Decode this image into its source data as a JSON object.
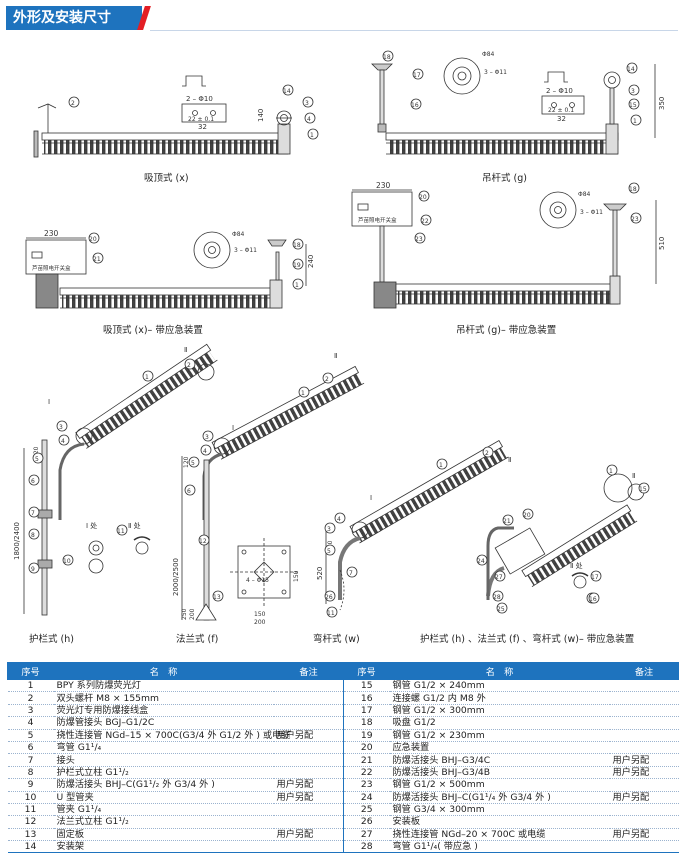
{
  "header": {
    "title": "外形及安装尺寸"
  },
  "captions": {
    "ceiling": "吸顶式 (x)",
    "pendant": "吊杆式 (g)",
    "ceiling_emergency": "吸顶式 (x)– 带应急装置",
    "pendant_emergency": "吊杆式 (g)– 带应急装置",
    "guardrail": "护栏式 (h)",
    "flange": "法兰式 (f)",
    "bent": "弯杆式 (w)",
    "combo_emergency": "护栏式 (h) 、法兰式 (f) 、弯杆式 (w)– 带应急装置"
  },
  "drawing_labels": {
    "box_width": "230",
    "box_text": "芦苗照电开关盒",
    "dim_140": "140",
    "dim_350": "350",
    "dim_240": "240",
    "dim_510": "510",
    "dim_1800_2400": "1800/2400",
    "dim_2000_2500": "2000/2500",
    "dim_250": "250",
    "dim_200": "200",
    "dim_520": "520",
    "dim_120": "120",
    "dim_150": "150",
    "dim_4_15": "4 – Φ15",
    "dim_32": "32",
    "dim_2_10": "2 – Φ10",
    "dim_22": "22 ± 0.1",
    "dim_phi84": "Φ84",
    "dim_3_11": "3 – Φ11",
    "detail_I": "Ⅰ 处",
    "detail_II": "Ⅱ 处",
    "mark_I": "Ⅰ",
    "mark_II": "Ⅱ"
  },
  "table": {
    "headers": [
      "序号",
      "名　称",
      "备注",
      "序号",
      "名　称",
      "备注"
    ],
    "left": [
      {
        "no": "1",
        "name": "BPY 系列防爆荧光灯",
        "note": ""
      },
      {
        "no": "2",
        "name": "双头螺杆 M8 × 155mm",
        "note": ""
      },
      {
        "no": "3",
        "name": "荧光灯专用防爆接线盒",
        "note": ""
      },
      {
        "no": "4",
        "name": "防爆管接头 BGJ–G1/2C",
        "note": ""
      },
      {
        "no": "5",
        "name": "挠性连接管 NGd–15 × 700C(G3/4 外 G1/2 外 ) 或电缆",
        "note": "用户另配"
      },
      {
        "no": "6",
        "name": "弯管 G1¹/₄",
        "note": ""
      },
      {
        "no": "7",
        "name": "接头",
        "note": ""
      },
      {
        "no": "8",
        "name": "护栏式立柱 G1¹/₂",
        "note": ""
      },
      {
        "no": "9",
        "name": "防爆活接头 BHJ–C(G1¹/₂ 外 G3/4 外 )",
        "note": "用户另配"
      },
      {
        "no": "10",
        "name": "U 型管夹",
        "note": "用户另配"
      },
      {
        "no": "11",
        "name": "管夹 G1¹/₄",
        "note": ""
      },
      {
        "no": "12",
        "name": "法兰式立柱 G1¹/₂",
        "note": ""
      },
      {
        "no": "13",
        "name": "固定板",
        "note": "用户另配"
      },
      {
        "no": "14",
        "name": "安装架",
        "note": ""
      }
    ],
    "right": [
      {
        "no": "15",
        "name": "钢管 G1/2 × 240mm",
        "note": ""
      },
      {
        "no": "16",
        "name": "连接螺 G1/2 内 M8 外",
        "note": ""
      },
      {
        "no": "17",
        "name": "钢管 G1/2 × 300mm",
        "note": ""
      },
      {
        "no": "18",
        "name": "吸盘 G1/2",
        "note": ""
      },
      {
        "no": "19",
        "name": "钢管 G1/2 × 230mm",
        "note": ""
      },
      {
        "no": "20",
        "name": "应急装置",
        "note": ""
      },
      {
        "no": "21",
        "name": "防爆活接头 BHJ–G3/4C",
        "note": "用户另配"
      },
      {
        "no": "22",
        "name": "防爆活接头 BHJ–G3/4B",
        "note": "用户另配"
      },
      {
        "no": "23",
        "name": "钢管 G1/2 × 500mm",
        "note": ""
      },
      {
        "no": "24",
        "name": "防爆活接头 BHJ–C(G1¹/₄ 外 G3/4 外 )",
        "note": "用户另配"
      },
      {
        "no": "25",
        "name": "钢管 G3/4 × 300mm",
        "note": ""
      },
      {
        "no": "26",
        "name": "安装板",
        "note": ""
      },
      {
        "no": "27",
        "name": "挠性连接管 NGd–20 × 700C 或电缆",
        "note": "用户另配"
      },
      {
        "no": "28",
        "name": "弯管 G1¹/₄( 带应急 )",
        "note": ""
      }
    ]
  },
  "colors": {
    "accent": "#1e73be",
    "accent_red": "#e31e24",
    "line": "#333333"
  }
}
